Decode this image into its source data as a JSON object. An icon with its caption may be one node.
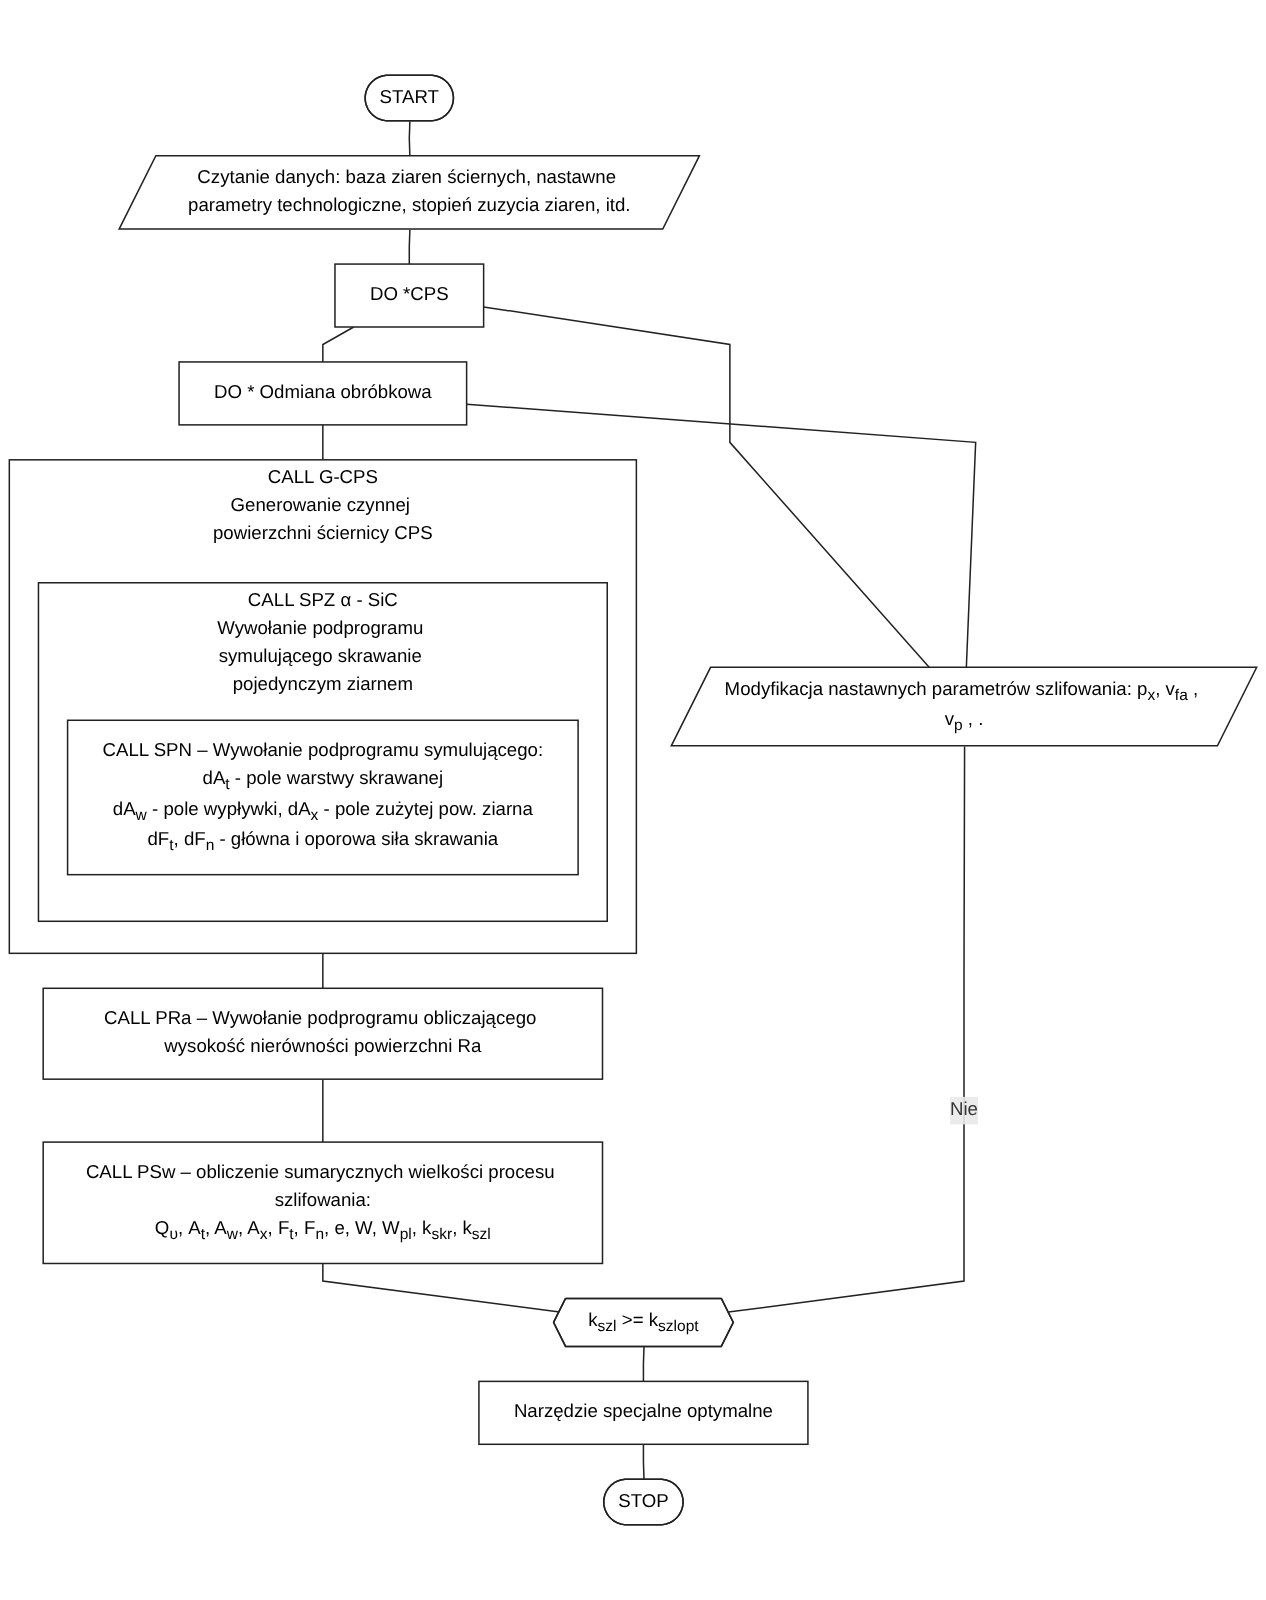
{
  "diagram": {
    "nodes": [
      {
        "text": [
          "START"
        ]
      },
      {
        "text": [
          "Czytanie danych: baza ziaren ściernych, nastawne parametry technologiczne, stopień zuzycia ziaren, itd."
        ]
      },
      {
        "text": [
          "DO *CPS"
        ]
      },
      {
        "text": [
          "DO * Odmiana obróbkowa"
        ]
      },
      {
        "text": [
          "CALL G-CPS",
          "Generowanie czynnej powierzchni ściernicy CPS"
        ]
      },
      {
        "text": [
          "CALL SPZ α - SiC",
          "Wywołanie podprogramu symulującego skrawanie pojedynczym ziarnem"
        ],
        "in": 4
      },
      {
        "text": [
          "CALL SPN – Wywołanie podprogramu symulującego:",
          "dA$_{t}$ - pole warstwy skrawanej",
          "dA$_{w}$ - pole wypływki, dA$_{x}$ - pole zużytej pow. ziarna",
          "dF$_{t}$, dF$_{n}$ - główna i oporowa siła skrawania"
        ],
        "in": 5
      },
      {
        "text": [
          "Modyfikacja nastawnych parametrów szlifowania: p$_{x}$, v$_{fa}$ , v$_{p}$ , ."
        ]
      },
      {
        "text": [
          "CALL PRa – Wywołanie podprogramu obliczającego wysokość nierówności powierzchni Ra"
        ]
      },
      {
        "text": [
          "CALL PSw – obliczenie sumarycznych wielkości procesu szlifowania:",
          "Q$_{υ}$, A$_{t}$, A$_{w}$, A$_{x}$, F$_{t}$, F$_{n}$, e, W, W$_{pl}$, k$_{skr}$, k$_{szl}$"
        ]
      },
      {
        "text": [
          "k$_{szl}$ >= k$_{szl}$$_{opt}$"
        ]
      },
      {
        "text": [
          "Narzędzie specjalne optymalne"
        ]
      },
      {
        "text": [
          "STOP"
        ]
      }
    ],
    "edges": [
      {
        "from": 0,
        "to": 1,
        "arrow": "none"
      },
      {
        "from": 1,
        "to": 2,
        "arrow": "none"
      },
      {
        "from": 2,
        "to": 3,
        "arrow": "none"
      },
      {
        "from": 3,
        "to": 4,
        "arrow": "none"
      },
      {
        "from": 4,
        "to": 8,
        "arrow": "none"
      },
      {
        "from": 8,
        "to": 9,
        "arrow": "none"
      },
      {
        "from": 9,
        "to": 10,
        "arrow": "none"
      },
      {
        "from": 10,
        "to": 11,
        "arrow": "none"
      },
      {
        "from": 11,
        "to": 12,
        "arrow": "none"
      },
      {
        "from": 10,
        "to": 7,
        "arrow": "none",
        "label": "Nie"
      },
      {
        "from": 7,
        "to": 2,
        "arrow": "none"
      },
      {
        "from": 7,
        "to": 3,
        "arrow": "none"
      }
    ]
  }
}
